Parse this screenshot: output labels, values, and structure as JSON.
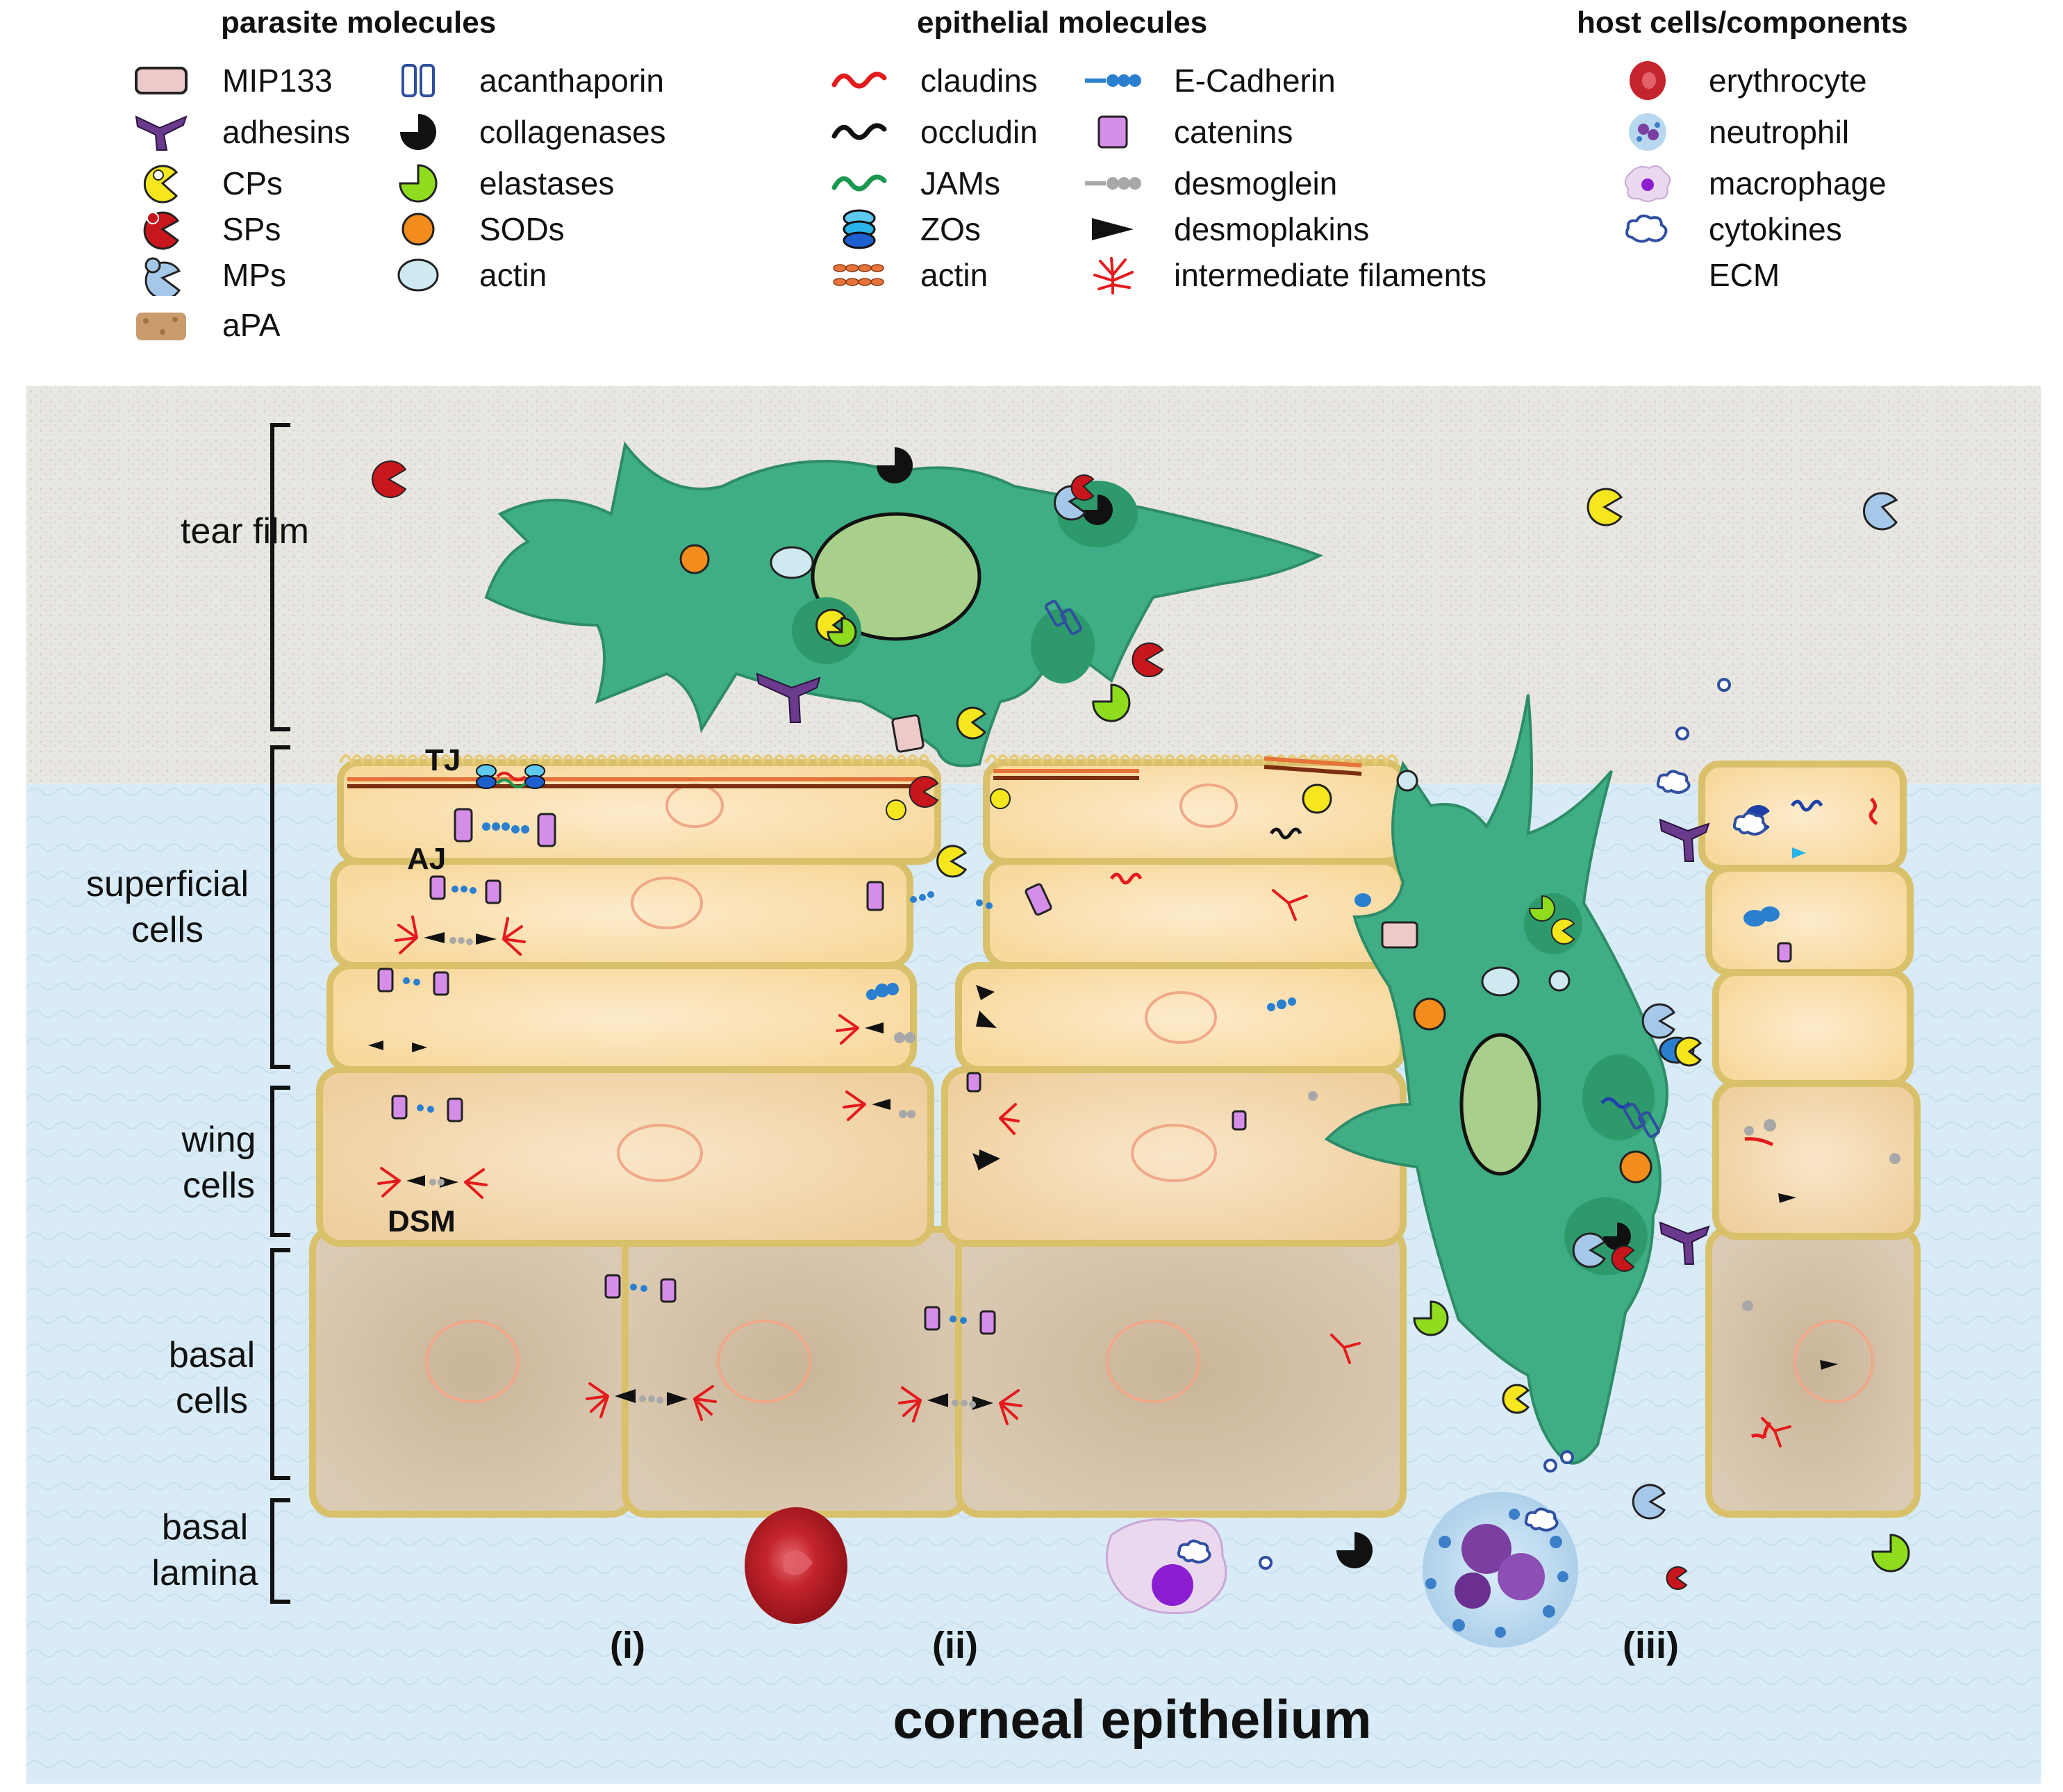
{
  "title": "corneal epithelium",
  "legend": {
    "parasite": {
      "heading": "parasite molecules",
      "col1": [
        {
          "label": "MIP133",
          "icon": "mip133-icon"
        },
        {
          "label": "adhesins",
          "icon": "adhesin-icon"
        },
        {
          "label": "CPs",
          "icon": "cp-icon"
        },
        {
          "label": "SPs",
          "icon": "sp-icon"
        },
        {
          "label": "MPs",
          "icon": "mp-icon"
        },
        {
          "label": "aPA",
          "icon": "apa-icon"
        }
      ],
      "col2": [
        {
          "label": "acanthaporin",
          "icon": "acanthaporin-icon"
        },
        {
          "label": "collagenases",
          "icon": "collagenase-icon"
        },
        {
          "label": "elastases",
          "icon": "elastase-icon"
        },
        {
          "label": "SODs",
          "icon": "sod-icon"
        },
        {
          "label": "actin",
          "icon": "parasite-actin-icon"
        }
      ]
    },
    "epithelial": {
      "heading": "epithelial molecules",
      "col1": [
        {
          "label": "claudins",
          "icon": "claudin-icon"
        },
        {
          "label": "occludin",
          "icon": "occludin-icon"
        },
        {
          "label": "JAMs",
          "icon": "jam-icon"
        },
        {
          "label": "ZOs",
          "icon": "zo-icon"
        },
        {
          "label": "actin",
          "icon": "epithelial-actin-icon"
        }
      ],
      "col2": [
        {
          "label": "E-Cadherin",
          "icon": "e-cadherin-icon"
        },
        {
          "label": "catenins",
          "icon": "catenin-icon"
        },
        {
          "label": "desmoglein",
          "icon": "desmoglein-icon"
        },
        {
          "label": "desmoplakins",
          "icon": "desmoplakin-icon"
        },
        {
          "label": "intermediate filaments",
          "icon": "intermediate-filament-icon"
        }
      ]
    },
    "host": {
      "heading": "host cells/components",
      "items": [
        {
          "label": "erythrocyte",
          "icon": "erythrocyte-icon"
        },
        {
          "label": "neutrophil",
          "icon": "neutrophil-icon"
        },
        {
          "label": "macrophage",
          "icon": "macrophage-icon"
        },
        {
          "label": "cytokines",
          "icon": "cytokine-icon"
        },
        {
          "label": "ECM",
          "icon": "ecm-icon"
        }
      ]
    }
  },
  "layers": {
    "tear_film": "tear film",
    "superficial": "superficial cells",
    "wing": "wing cells",
    "basal": "basal cells",
    "lamina": "basal lamina"
  },
  "junctions": {
    "tj": "TJ",
    "aj": "AJ",
    "dsm": "DSM"
  },
  "columns": {
    "i": "(i)",
    "ii": "(ii)",
    "iii": "(iii)"
  },
  "colors": {
    "tear_film": "#e8e6e0",
    "stroma": "#d9ebf7",
    "superficial_cell": "#fae1b0",
    "wing_cell": "#f5d8ad",
    "basal_cell": "#d8c7b0",
    "cell_border": "#d9c06a",
    "parasite": "#3fae84",
    "parasite_nucleus": "#a8d08a",
    "claudin": "#e41a1c",
    "jam": "#1a9850",
    "cadherin": "#2b7fcf",
    "catenin": "#d58ee8",
    "desmoglein": "#a8a8a8",
    "sod": "#f28c1c",
    "elastase": "#8fdc1e",
    "cp": "#f5e61e",
    "sp": "#c8161d",
    "mp": "#a6c8e8",
    "adhesin": "#6a3b8c",
    "mip133": "#edc9c9"
  }
}
